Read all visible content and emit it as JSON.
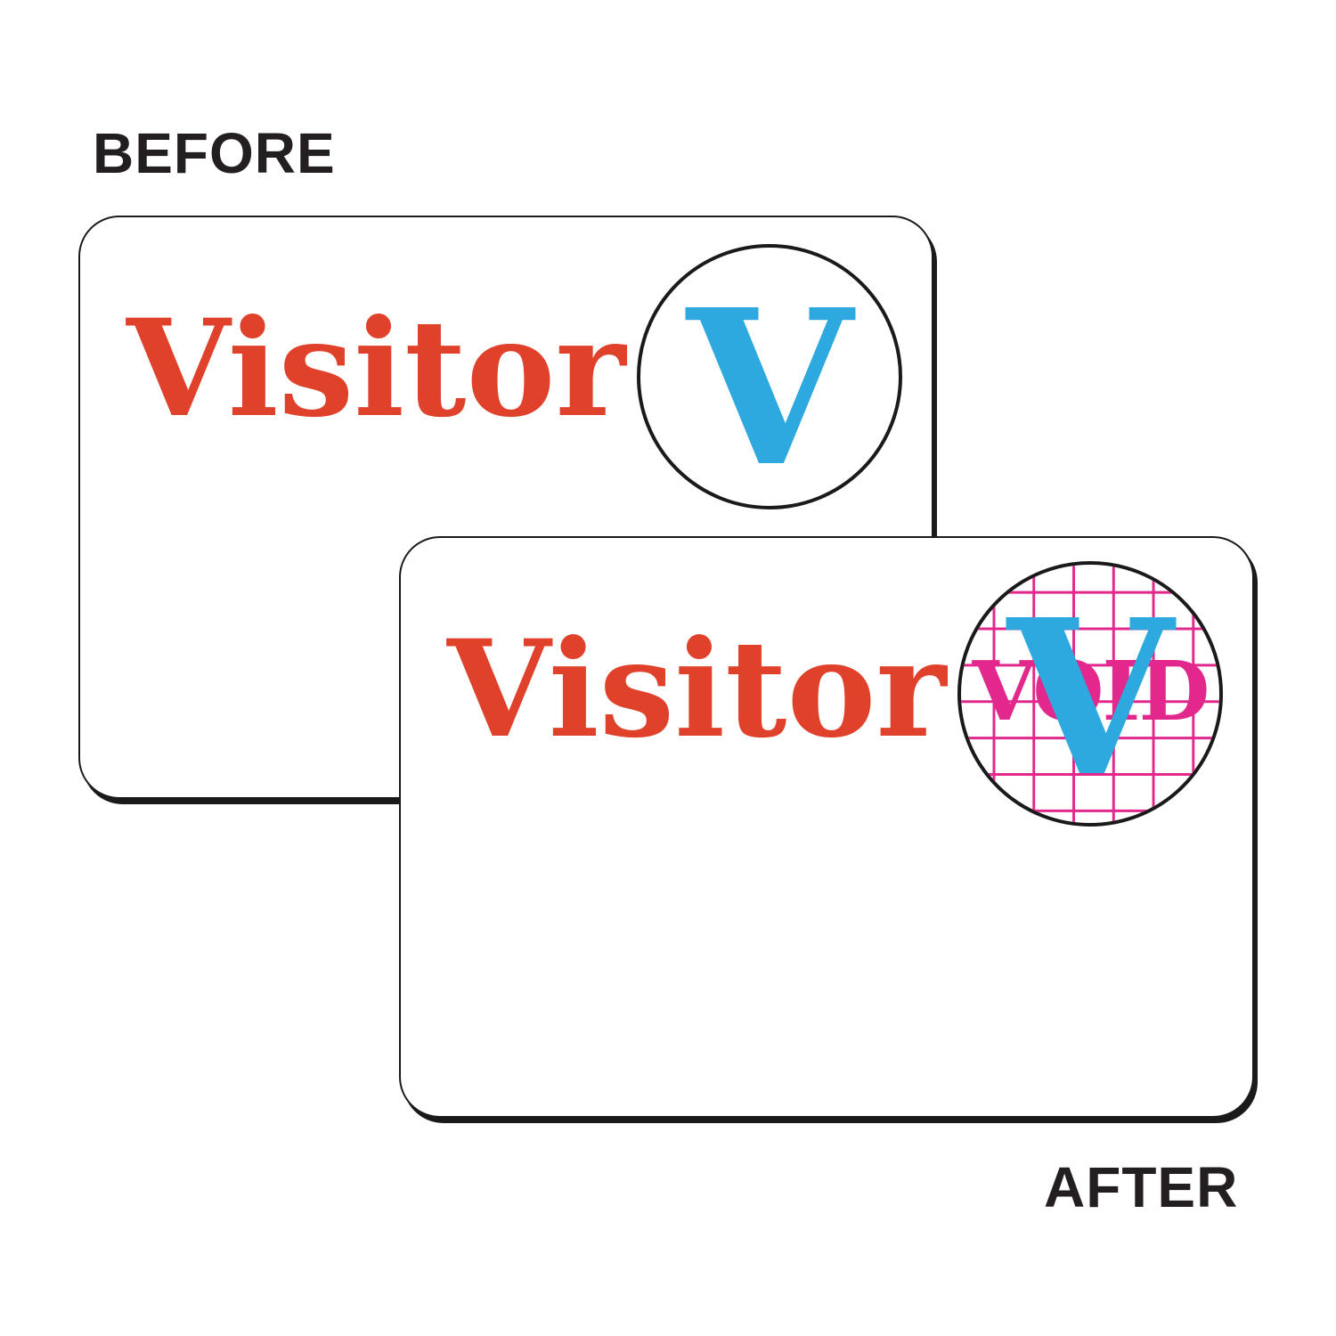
{
  "captions": {
    "before": "BEFORE",
    "after": "AFTER"
  },
  "badges": {
    "before": {
      "title": "Visitor",
      "emblem_letter": "V"
    },
    "after": {
      "title": "Visitor",
      "emblem_letter": "V",
      "void_text": "VOID"
    }
  },
  "colors": {
    "caption_text": "#231f20",
    "visitor_red": "#e0412a",
    "emblem_blue": "#2ea9e0",
    "void_magenta": "#e2288c",
    "outline": "#1a1a1a"
  }
}
